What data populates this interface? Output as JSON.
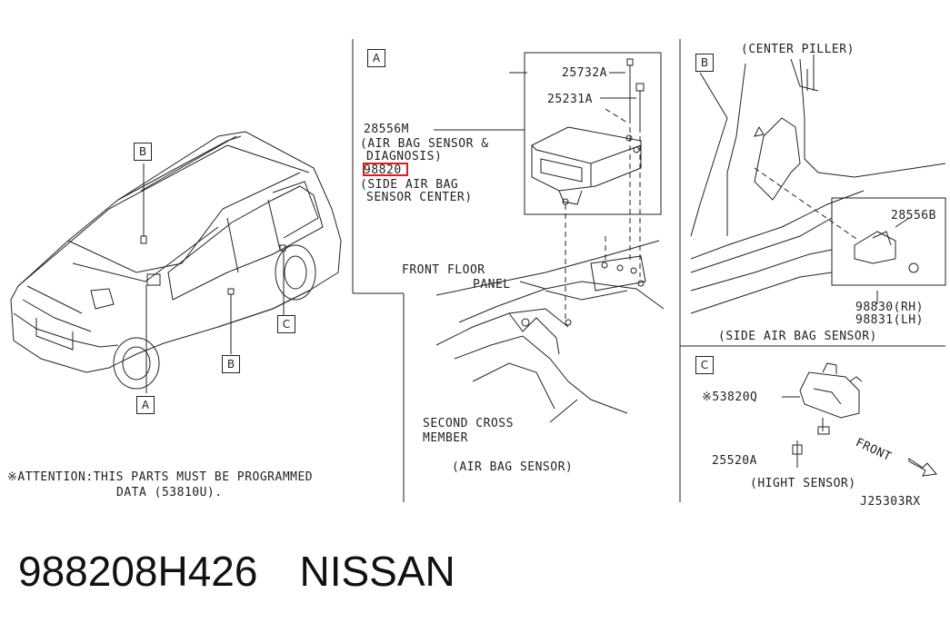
{
  "callouts": {
    "A_main": "A",
    "B_main_top": "B",
    "B_main_bottom": "B",
    "C_main": "C",
    "A_section": "A",
    "B_section": "B",
    "C_section": "C"
  },
  "section_a": {
    "part_25732A": "25732A",
    "part_25231A": "25231A",
    "part_28556M": "28556M",
    "desc_line1": "(AIR BAG SENSOR &",
    "desc_line2": "DIAGNOSIS)",
    "part_98820_highlight": "9882",
    "part_98820_rest": "0",
    "side_line1": "(SIDE AIR BAG",
    "side_line2": "SENSOR CENTER)",
    "front_floor_line1": "FRONT FLOOR",
    "front_floor_line2": "PANEL",
    "second_cross_line1": "SECOND CROSS",
    "second_cross_line2": "MEMBER",
    "caption": "(AIR BAG SENSOR)"
  },
  "section_b": {
    "center_piller": "(CENTER PILLER)",
    "part_28556B": "28556B",
    "part_98830": "98830(RH)",
    "part_98831": "98831(LH)",
    "caption": "(SIDE AIR BAG SENSOR)"
  },
  "section_c": {
    "part_53820Q": "※53820Q",
    "part_25520A": "25520A",
    "front": "FRONT",
    "caption": "(HIGHT SENSOR)"
  },
  "attention_line1": "※ATTENTION:THIS PARTS MUST BE PROGRAMMED",
  "attention_line2": "DATA (53810U).",
  "diagram_code": "J25303RX",
  "part_number": "988208H426",
  "brand": "NISSAN"
}
